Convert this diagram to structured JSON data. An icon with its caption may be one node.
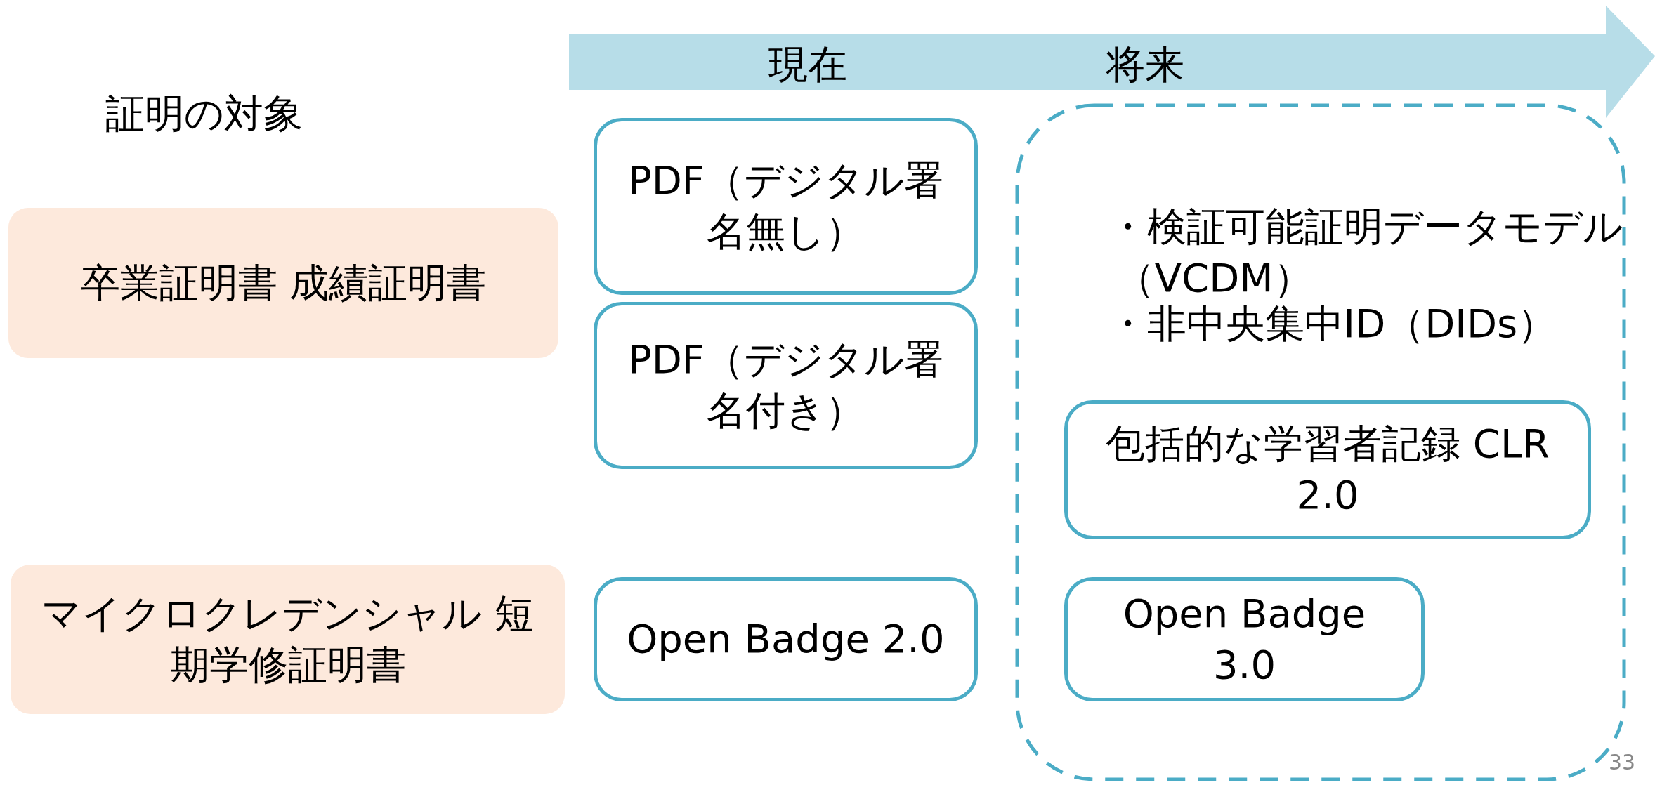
{
  "diagram": {
    "nodes": [
      {
        "text": [
          "現在",
          "将来"
        ]
      },
      {
        "text": [
          "卒業証明書 成績証明書"
        ]
      },
      {
        "text": [
          "マイクロクレデンシャル 短期学修証明書"
        ]
      },
      {
        "text": [
          "PDF（デジタル署名無し）"
        ]
      },
      {
        "text": [
          "PDF（デジタル署名付き）"
        ]
      },
      {
        "text": [
          "Open Badge 2.0"
        ]
      },
      {
        "text": [
          "・検証可能証明データモデル（VCDM）",
          "・非中央集中ID（DIDs）"
        ]
      },
      {
        "text": [
          "包括的な学習者記録 CLR 2.0"
        ],
        "in": 6
      },
      {
        "text": [
          "Open Badge 3.0"
        ],
        "in": 6
      }
    ],
    "edges": [],
    "labels": [
      "証明の対象",
      "33"
    ]
  }
}
